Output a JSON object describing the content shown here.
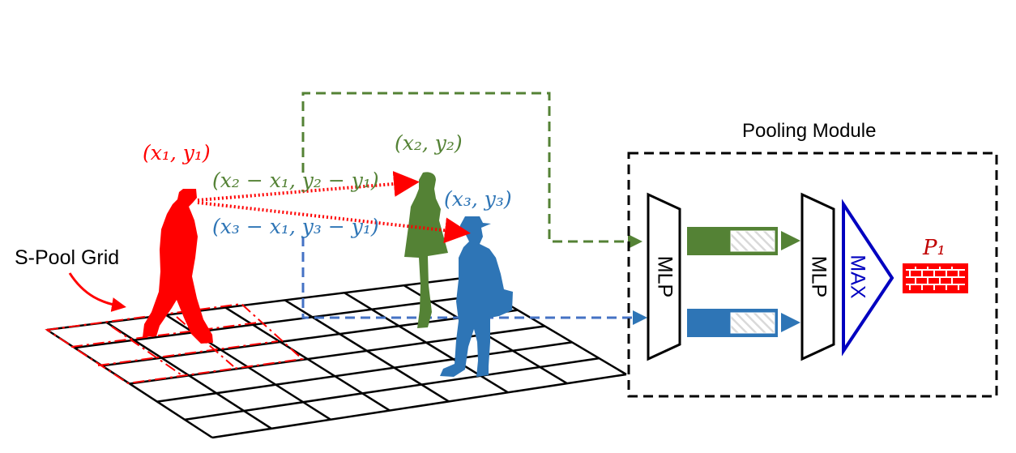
{
  "labels": {
    "p1_coord": "(x₁, y₁)",
    "p2_coord": "(x₂, y₂)",
    "p3_coord": "(x₃, y₃)",
    "rel2": "(x₂ − x₁, y₂ − y₁)",
    "rel3": "(x₃ − x₁, y₃ − y₁)",
    "spool_grid": "S-Pool Grid",
    "pooling_module": "Pooling Module",
    "mlp1": "MLP",
    "mlp2": "MLP",
    "max": "MAX",
    "output": "P₁"
  },
  "colors": {
    "person1": "#ff0000",
    "person2": "#548235",
    "person3": "#2e75b6",
    "output": "#ff0000",
    "max": "#0000c0"
  },
  "icons": [
    "walking-person-icon",
    "standing-woman-icon",
    "person-with-hat-icon",
    "brick-wall-icon"
  ]
}
